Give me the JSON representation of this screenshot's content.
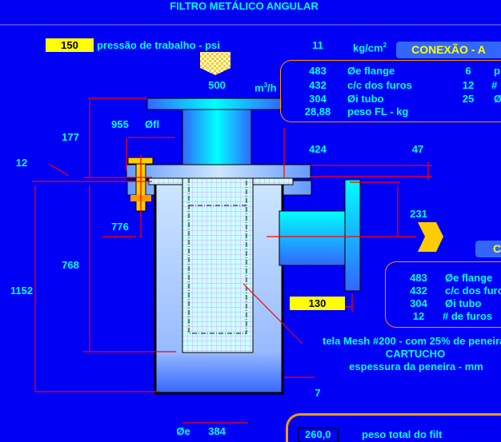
{
  "title": "FILTRO METÁLICO ANGULAR",
  "pressure": {
    "psi": "150",
    "label": "pressão de trabalho - psi",
    "kgcm2": "11",
    "kg_unit": "kg/cm",
    "kg_sup": "2"
  },
  "flow": {
    "value": "500",
    "unit": "m",
    "unit_sup": "3",
    "unit_tail": "/h"
  },
  "conexao_a": {
    "label": "CONEXÃO - A",
    "rows": [
      {
        "v": "483",
        "l": "Øe flange",
        "v2": "6",
        "l2": "p"
      },
      {
        "v": "432",
        "l": "c/c dos furos",
        "v2": "12",
        "l2": "#"
      },
      {
        "v": "304",
        "l": "Øi tubo",
        "v2": "25",
        "l2": "Ø"
      },
      {
        "v": "28,88",
        "l": "peso FL - kg"
      }
    ]
  },
  "conexao_b": {
    "label": "C",
    "rows": [
      {
        "v": "483",
        "l": "Øe flange"
      },
      {
        "v": "432",
        "l": "c/c dos furos"
      },
      {
        "v": "304",
        "l": "Øi tubo"
      },
      {
        "v": "12",
        "l": "# de furos"
      }
    ]
  },
  "dims": {
    "d955": "955",
    "phi_fl": "Øfl",
    "d177": "177",
    "d12": "12",
    "d424": "424",
    "d47": "47",
    "d231": "231",
    "d776": "776",
    "d768": "768",
    "d1152": "1152",
    "d130": "130",
    "d7": "7",
    "phi_e": "Øe",
    "d384": "384"
  },
  "notes": [
    "tela Mesh #200 - com 25% de peneira",
    "CARTUCHO",
    "espessura da peneira - mm"
  ],
  "bottom": {
    "value": "260,0",
    "label": "peso total do filt"
  },
  "colors": {
    "bg": "#0000f5",
    "text": "#00ffff",
    "dim": "#ff0000",
    "highlight": "#ffff00"
  }
}
